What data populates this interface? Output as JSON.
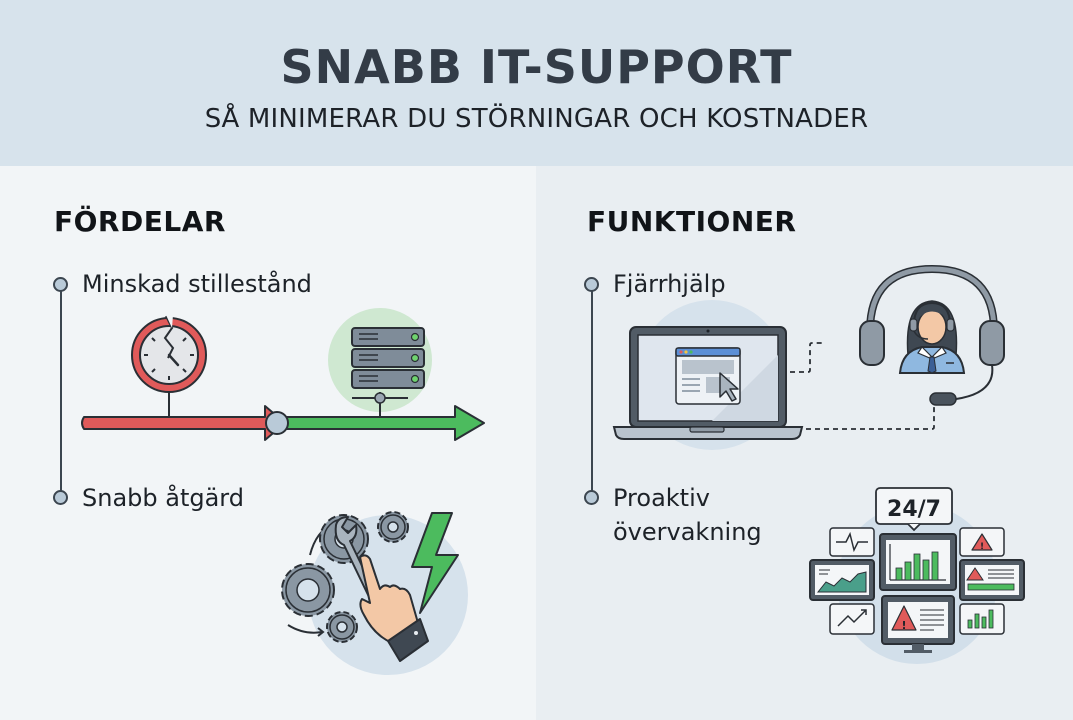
{
  "header": {
    "title": "SNABB IT-SUPPORT",
    "subtitle": "SÅ MINIMERAR DU STÖRNINGAR OCH KOSTNADER"
  },
  "left_section": {
    "title": "FÖRDELAR",
    "items": [
      {
        "label": "Minskad stillestånd",
        "icon": "broken-clock-to-server-timeline-icon"
      },
      {
        "label": "Snabb åtgärd",
        "icon": "gears-wrench-hand-lightning-icon"
      }
    ]
  },
  "right_section": {
    "title": "FUNKTIONER",
    "items": [
      {
        "label": "Fjärrhjälp",
        "icon": "laptop-support-agent-headset-icon"
      },
      {
        "label_line1": "Proaktiv",
        "label_line2": "övervakning",
        "icon": "monitoring-dashboard-icon"
      }
    ],
    "monitoring_badge": "24/7"
  },
  "colors": {
    "header_bg": "#d7e3ec",
    "title_color": "#333c47",
    "left_bg": "#f2f5f7",
    "right_bg": "#e9eef2",
    "red": "#e05a5a",
    "green": "#4cbb5e",
    "bullet": "#b9cad8",
    "gear": "#8a97a3",
    "circle_bg": "#d6e2ec"
  }
}
